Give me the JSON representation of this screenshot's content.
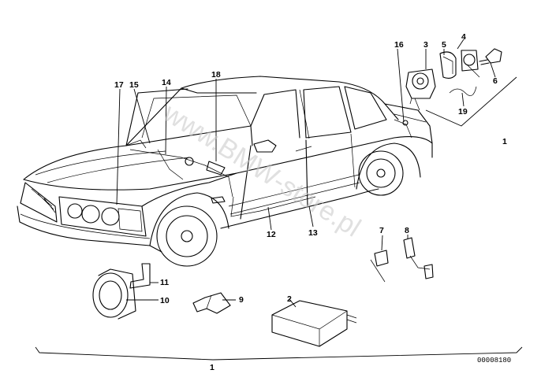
{
  "diagram": {
    "drawing_code": "00008180",
    "watermark": "www.BMW-store.pl",
    "callouts": [
      {
        "id": "c1-top",
        "label": "1"
      },
      {
        "id": "c2",
        "label": "2"
      },
      {
        "id": "c3",
        "label": "3"
      },
      {
        "id": "c4",
        "label": "4"
      },
      {
        "id": "c5",
        "label": "5"
      },
      {
        "id": "c6",
        "label": "6"
      },
      {
        "id": "c7",
        "label": "7"
      },
      {
        "id": "c8",
        "label": "8"
      },
      {
        "id": "c9",
        "label": "9"
      },
      {
        "id": "c10",
        "label": "10"
      },
      {
        "id": "c11",
        "label": "11"
      },
      {
        "id": "c12",
        "label": "12"
      },
      {
        "id": "c13",
        "label": "13"
      },
      {
        "id": "c14",
        "label": "14"
      },
      {
        "id": "c15",
        "label": "15"
      },
      {
        "id": "c16",
        "label": "16"
      },
      {
        "id": "c17",
        "label": "17"
      },
      {
        "id": "c18",
        "label": "18"
      },
      {
        "id": "c19",
        "label": "19"
      },
      {
        "id": "c1-bottom",
        "label": "1"
      }
    ]
  }
}
